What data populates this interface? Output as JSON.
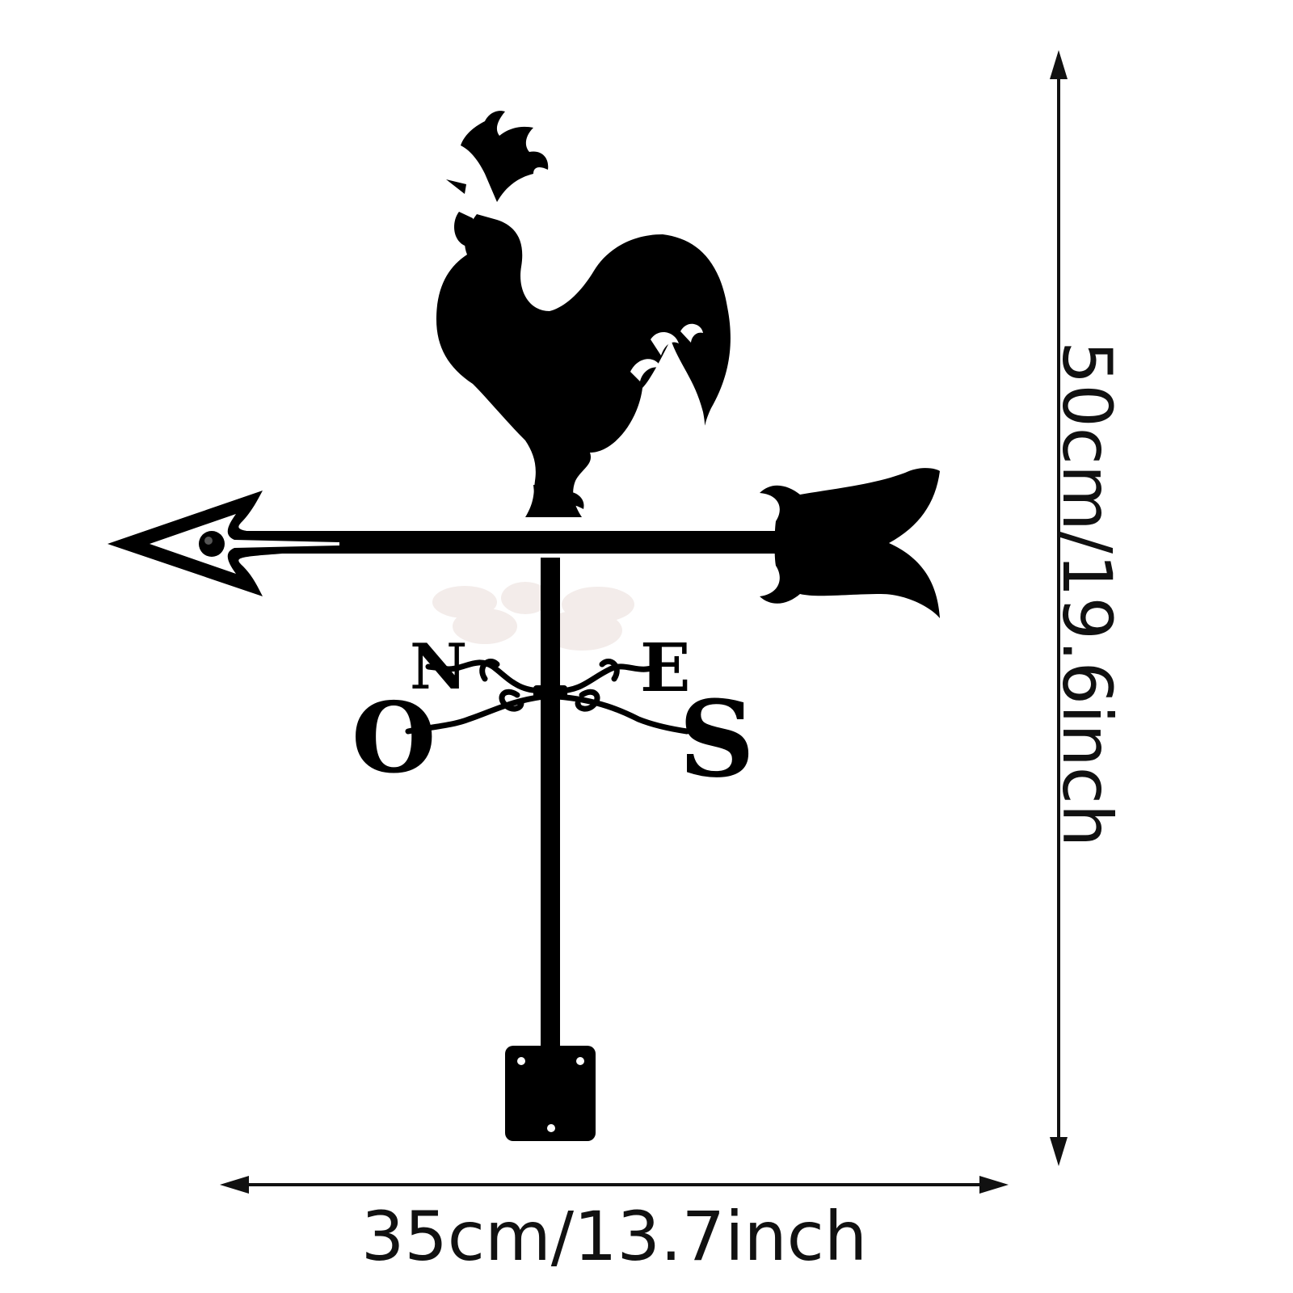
{
  "product": {
    "subject": "rooster-weather-vane",
    "compass_letters": {
      "west": "O",
      "north": "N",
      "east": "E",
      "south": "S"
    }
  },
  "dimensions": {
    "width_text": "35cm/13.7inch",
    "height_text": "50cm/19.6inch"
  },
  "colors": {
    "silhouette": "#000000",
    "background": "#ffffff",
    "dimension_line": "#111111"
  }
}
